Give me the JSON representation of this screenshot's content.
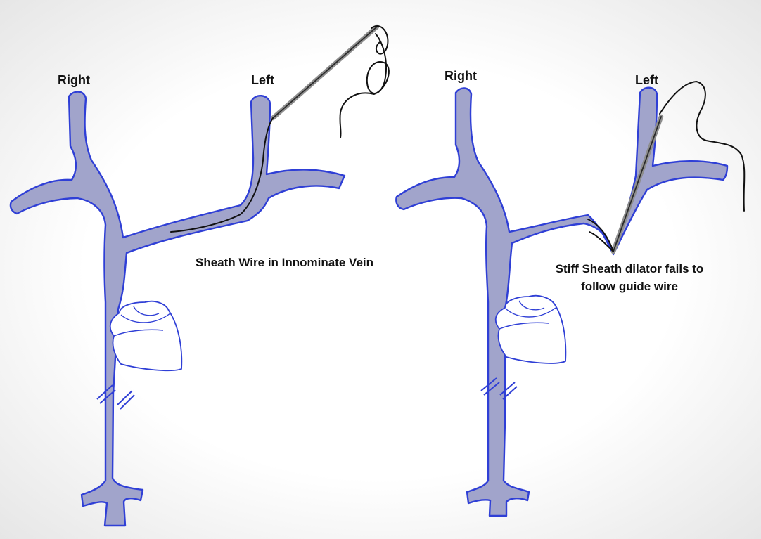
{
  "labels": {
    "panel1": {
      "right": "Right",
      "left": "Left",
      "caption": "Sheath Wire in Innominate Vein"
    },
    "panel2": {
      "right": "Right",
      "left": "Left",
      "caption_line1": "Stiff Sheath dilator fails to",
      "caption_line2": "follow guide wire"
    }
  },
  "colors": {
    "vein_fill": "#a1a4cb",
    "vein_outline": "#2f3fd6",
    "wire": "#111111",
    "sheath": "#8e8e8e"
  }
}
